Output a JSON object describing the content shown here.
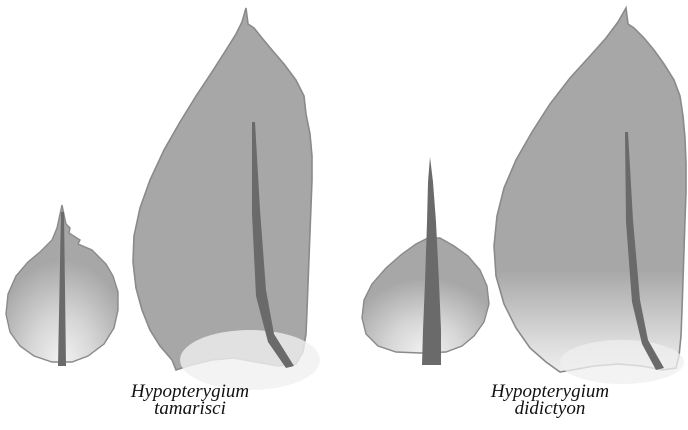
{
  "colors": {
    "leaf_fill": "#a7a7a7",
    "leaf_outline": "#8a8a8a",
    "leaf_highlight": "#efefef",
    "midrib": "#6a6a6a",
    "caption_text": "#111111",
    "background": "#ffffff"
  },
  "species": [
    {
      "genus": "Hypopterygium",
      "epithet": "tamarisci"
    },
    {
      "genus": "Hypopterygium",
      "epithet": "didictyon"
    }
  ]
}
